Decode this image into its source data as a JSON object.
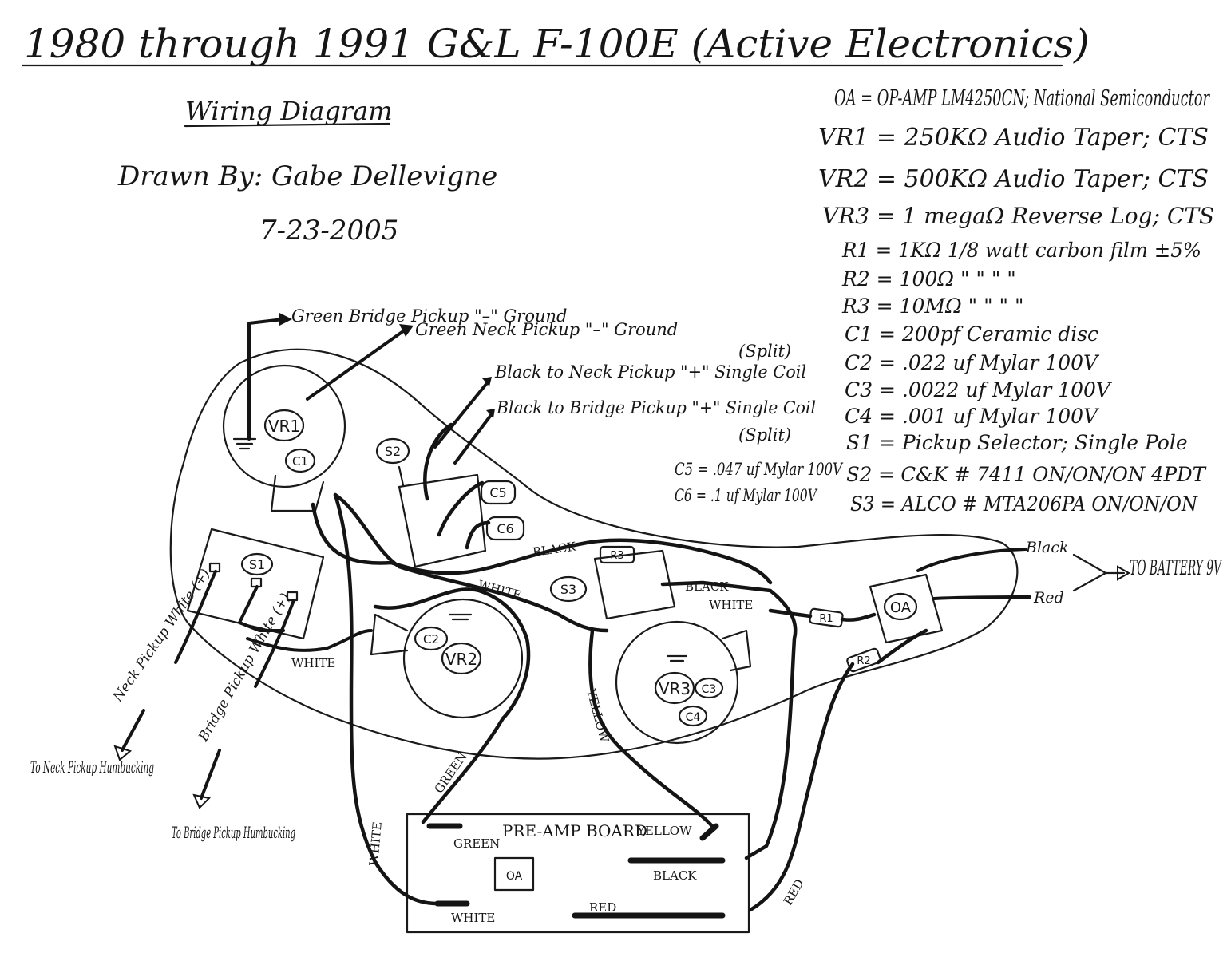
{
  "title": "1980 through 1991  G&L  F-100E (Active Electronics)",
  "subtitle": "Wiring Diagram",
  "author": "Drawn By: Gabe Dellevigne",
  "date": "7-23-2005",
  "legend": {
    "oa": "OA = OP-AMP LM4250CN; National Semiconductor",
    "vr1": "VR1 = 250KΩ Audio Taper; CTS",
    "vr2": "VR2 = 500KΩ Audio Taper; CTS",
    "vr3": "VR3 = 1 megaΩ Reverse Log; CTS",
    "r1": "R1 = 1KΩ 1/8 watt carbon film ±5%",
    "r2": "R2 = 100Ω  \"  \"  \"  \"",
    "r3": "R3 = 10MΩ  \"  \"  \"  \"",
    "c1": "C1 = 200pf Ceramic disc",
    "c2": "C2 = .022 uf Mylar 100V",
    "c3": "C3 = .0022 uf Mylar 100V",
    "c4": "C4 = .001 uf Mylar 100V",
    "s1": "S1 = Pickup Selector; Single Pole",
    "s2": "S2 = C&K # 7411 ON/ON/ON 4PDT",
    "s3": "S3 = ALCO # MTA206PA ON/ON/ON",
    "c5": "C5 = .047 uf Mylar 100V",
    "c6": "C6 = .1 uf Mylar 100V"
  },
  "callouts": {
    "green_bridge": "Green Bridge Pickup \"–\" Ground",
    "green_neck": "Green Neck Pickup \"–\" Ground",
    "black_neck": "Black to Neck Pickup \"+\" Single Coil",
    "split_top": "(Split)",
    "black_bridge": "Black to Bridge Pickup \"+\" Single Coil",
    "split_bottom": "(Split)",
    "to_battery": "TO BATTERY 9V",
    "battery_black": "Black",
    "battery_red": "Red",
    "neck_pickup_white": "Neck Pickup White (+)",
    "bridge_pickup_white": "Bridge Pickup White (+)",
    "to_neck": "To Neck Pickup Humbucking",
    "to_bridge": "To Bridge Pickup Humbucking"
  },
  "components": {
    "vr1": "VR1",
    "vr2": "VR2",
    "vr3": "VR3",
    "c1": "C1",
    "c2": "C2",
    "c3": "C3",
    "c4": "C4",
    "c5": "C5",
    "c6": "C6",
    "s1": "S1",
    "s2": "S2",
    "s3": "S3",
    "r1": "R1",
    "r2": "R2",
    "r3": "R3",
    "oa": "OA"
  },
  "wire_labels": {
    "black_top": "BLACK",
    "white_mid": "WHITE",
    "black_s3": "BLACK",
    "white_s3": "WHITE",
    "white_left": "WHITE",
    "yellow": "YELLOW",
    "green": "GREEN",
    "white_long": "WHITE",
    "red": "RED"
  },
  "preamp": {
    "title": "PRE-AMP BOARD",
    "chip": "OA",
    "green": "GREEN",
    "white": "WHITE",
    "yellow": "YELLOW",
    "black": "BLACK",
    "red": "RED"
  }
}
